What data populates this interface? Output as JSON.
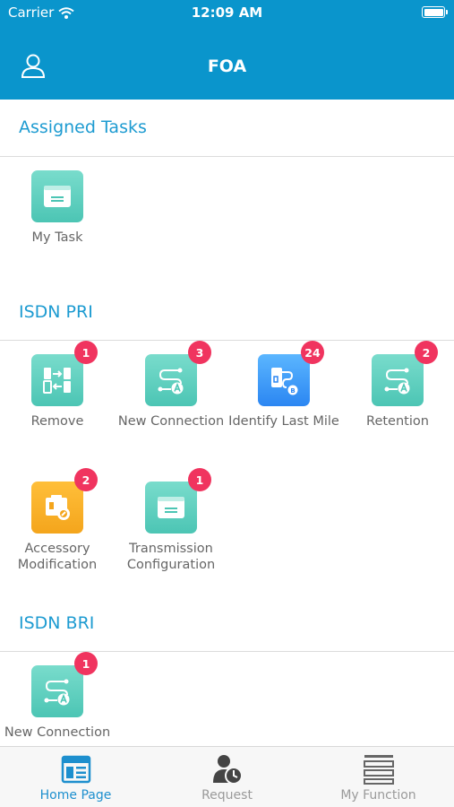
{
  "status_bar": {
    "carrier": "Carrier",
    "time": "12:09 AM"
  },
  "header": {
    "title": "FOA"
  },
  "sections": {
    "assigned": {
      "title": "Assigned Tasks",
      "tiles": [
        {
          "label": "My Task",
          "icon": "card-icon",
          "color": "teal"
        }
      ]
    },
    "pri": {
      "title": "ISDN PRI",
      "tiles": [
        {
          "label": "Remove",
          "badge": "1",
          "icon": "remove-icon",
          "color": "teal"
        },
        {
          "label": "New Connection",
          "badge": "3",
          "icon": "connection-icon",
          "color": "teal"
        },
        {
          "label": "Identify Last Mile",
          "badge": "24",
          "icon": "last-mile-icon",
          "color": "blue"
        },
        {
          "label": "Retention",
          "badge": "2",
          "icon": "connection-icon",
          "color": "teal"
        },
        {
          "label": "Accessory Modification",
          "badge": "2",
          "icon": "accessory-icon",
          "color": "orange"
        },
        {
          "label": "Transmission Configuration",
          "badge": "1",
          "icon": "card-icon",
          "color": "teal"
        }
      ]
    },
    "bri": {
      "title": "ISDN BRI",
      "tiles": [
        {
          "label": "New Connection",
          "badge": "1",
          "icon": "connection-icon",
          "color": "teal"
        }
      ]
    }
  },
  "tabs": [
    {
      "label": "Home Page",
      "icon": "home-grid-icon",
      "active": true
    },
    {
      "label": "Request",
      "icon": "user-clock-icon",
      "active": false
    },
    {
      "label": "My Function",
      "icon": "list-icon",
      "active": false
    }
  ],
  "colors": {
    "header": "#0a95cc",
    "section_title": "#1d9bd1",
    "badge": "#f0345f",
    "tab_active": "#1d8fce",
    "tile_teal": "#4cc5b4",
    "tile_blue": "#2b86f2",
    "tile_orange": "#f4a51c"
  }
}
